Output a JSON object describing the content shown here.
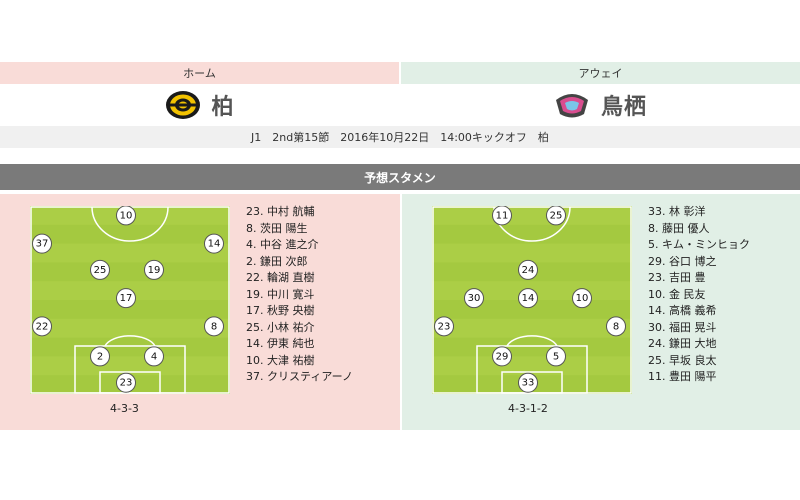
{
  "header": {
    "home_label": "ホーム",
    "away_label": "アウェイ",
    "home_team": "柏",
    "away_team": "鳥栖",
    "match_info": "J1　2nd第15節　2016年10月22日　14:00キックオフ　柏"
  },
  "section_title": "予想スタメン",
  "colors": {
    "home_bg": "#f9dcd8",
    "away_bg": "#e1efe6",
    "pitch": "#a4c940",
    "section_bar": "#7a7a7a"
  },
  "home": {
    "formation": "4-3-3",
    "players": [
      {
        "number": "10",
        "fx": 0.48,
        "fy": 0.05
      },
      {
        "number": "37",
        "fx": 0.06,
        "fy": 0.2
      },
      {
        "number": "14",
        "fx": 0.92,
        "fy": 0.2
      },
      {
        "number": "25",
        "fx": 0.35,
        "fy": 0.34
      },
      {
        "number": "19",
        "fx": 0.62,
        "fy": 0.34
      },
      {
        "number": "17",
        "fx": 0.48,
        "fy": 0.49
      },
      {
        "number": "22",
        "fx": 0.06,
        "fy": 0.64
      },
      {
        "number": "8",
        "fx": 0.92,
        "fy": 0.64
      },
      {
        "number": "2",
        "fx": 0.35,
        "fy": 0.8
      },
      {
        "number": "4",
        "fx": 0.62,
        "fy": 0.8
      },
      {
        "number": "23",
        "fx": 0.48,
        "fy": 0.94
      }
    ],
    "roster": [
      "23. 中村 航輔",
      "8. 茨田 陽生",
      "4. 中谷 進之介",
      "2. 鎌田 次郎",
      "22. 輪湖 直樹",
      "19. 中川 寛斗",
      "17. 秋野 央樹",
      "25. 小林 祐介",
      "14. 伊東 純也",
      "10. 大津 祐樹",
      "37. クリスティアーノ"
    ]
  },
  "away": {
    "formation": "4-3-1-2",
    "players": [
      {
        "number": "11",
        "fx": 0.35,
        "fy": 0.05
      },
      {
        "number": "25",
        "fx": 0.62,
        "fy": 0.05
      },
      {
        "number": "24",
        "fx": 0.48,
        "fy": 0.34
      },
      {
        "number": "30",
        "fx": 0.21,
        "fy": 0.49
      },
      {
        "number": "14",
        "fx": 0.48,
        "fy": 0.49
      },
      {
        "number": "10",
        "fx": 0.75,
        "fy": 0.49
      },
      {
        "number": "23",
        "fx": 0.06,
        "fy": 0.64
      },
      {
        "number": "8",
        "fx": 0.92,
        "fy": 0.64
      },
      {
        "number": "29",
        "fx": 0.35,
        "fy": 0.8
      },
      {
        "number": "5",
        "fx": 0.62,
        "fy": 0.8
      },
      {
        "number": "33",
        "fx": 0.48,
        "fy": 0.94
      }
    ],
    "roster": [
      "33. 林 彰洋",
      "8. 藤田 優人",
      "5. キム・ミンヒョク",
      "29. 谷口 博之",
      "23. 吉田 豊",
      "10. 金 民友",
      "14. 高橋 義希",
      "30. 福田 晃斗",
      "24. 鎌田 大地",
      "25. 早坂 良太",
      "11. 豊田 陽平"
    ]
  }
}
